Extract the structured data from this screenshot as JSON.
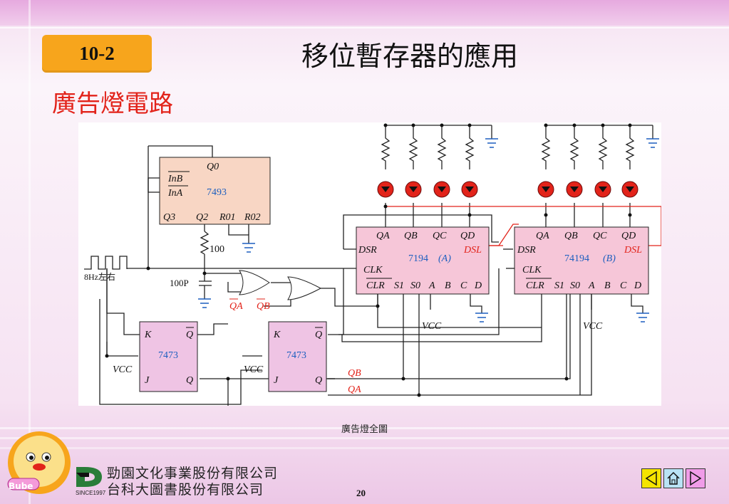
{
  "slide": {
    "section_number": "10-2",
    "title": "移位暫存器的應用",
    "subtitle": "廣告燈電路",
    "caption": "廣告燈全圖",
    "page_number": "20"
  },
  "circuit": {
    "input_label": "8Hz左右",
    "counter": {
      "chip": "7493",
      "in_b": "InB",
      "in_a": "InA",
      "q0": "Q0",
      "q3": "Q3",
      "q2": "Q2",
      "r01": "R01",
      "r02": "R02"
    },
    "resistor_label": "100",
    "capacitor_label": "100P",
    "gate_inputs": [
      "QA",
      "QB"
    ],
    "flipflop_chip": "7473",
    "ff_pins": {
      "k": "K",
      "j": "J",
      "q": "Q",
      "qbar": "Q",
      "vcc": "VCC"
    },
    "shift_a": {
      "chip": "7194",
      "suffix": "(A)"
    },
    "shift_b": {
      "chip": "74194",
      "suffix": "(B)"
    },
    "shift_pins": {
      "qa": "QA",
      "qb": "QB",
      "qc": "QC",
      "qd": "QD",
      "dsr": "DSR",
      "dsl": "DSL",
      "clk": "CLK",
      "clr": "CLR",
      "s1": "S1",
      "s0": "S0",
      "a": "A",
      "b": "B",
      "c": "C",
      "d": "D",
      "vcc": "VCC"
    },
    "output_labels": [
      "QB",
      "QA"
    ]
  },
  "footer": {
    "company_line1": "勁園文化事業股份有限公司",
    "company_line2": "台科大圖書股份有限公司",
    "since": "SINCE1997",
    "mascot": "Bube"
  },
  "colors": {
    "accent": "#e2231a",
    "badge": "#f7a51c",
    "chip_counter": "#f8d6c4",
    "chip_ff": "#efc4e4",
    "chip_shift": "#f6c6d8",
    "chip_label": "#1d5fbf"
  },
  "icons": [
    "previous-icon",
    "home-icon",
    "next-icon"
  ]
}
